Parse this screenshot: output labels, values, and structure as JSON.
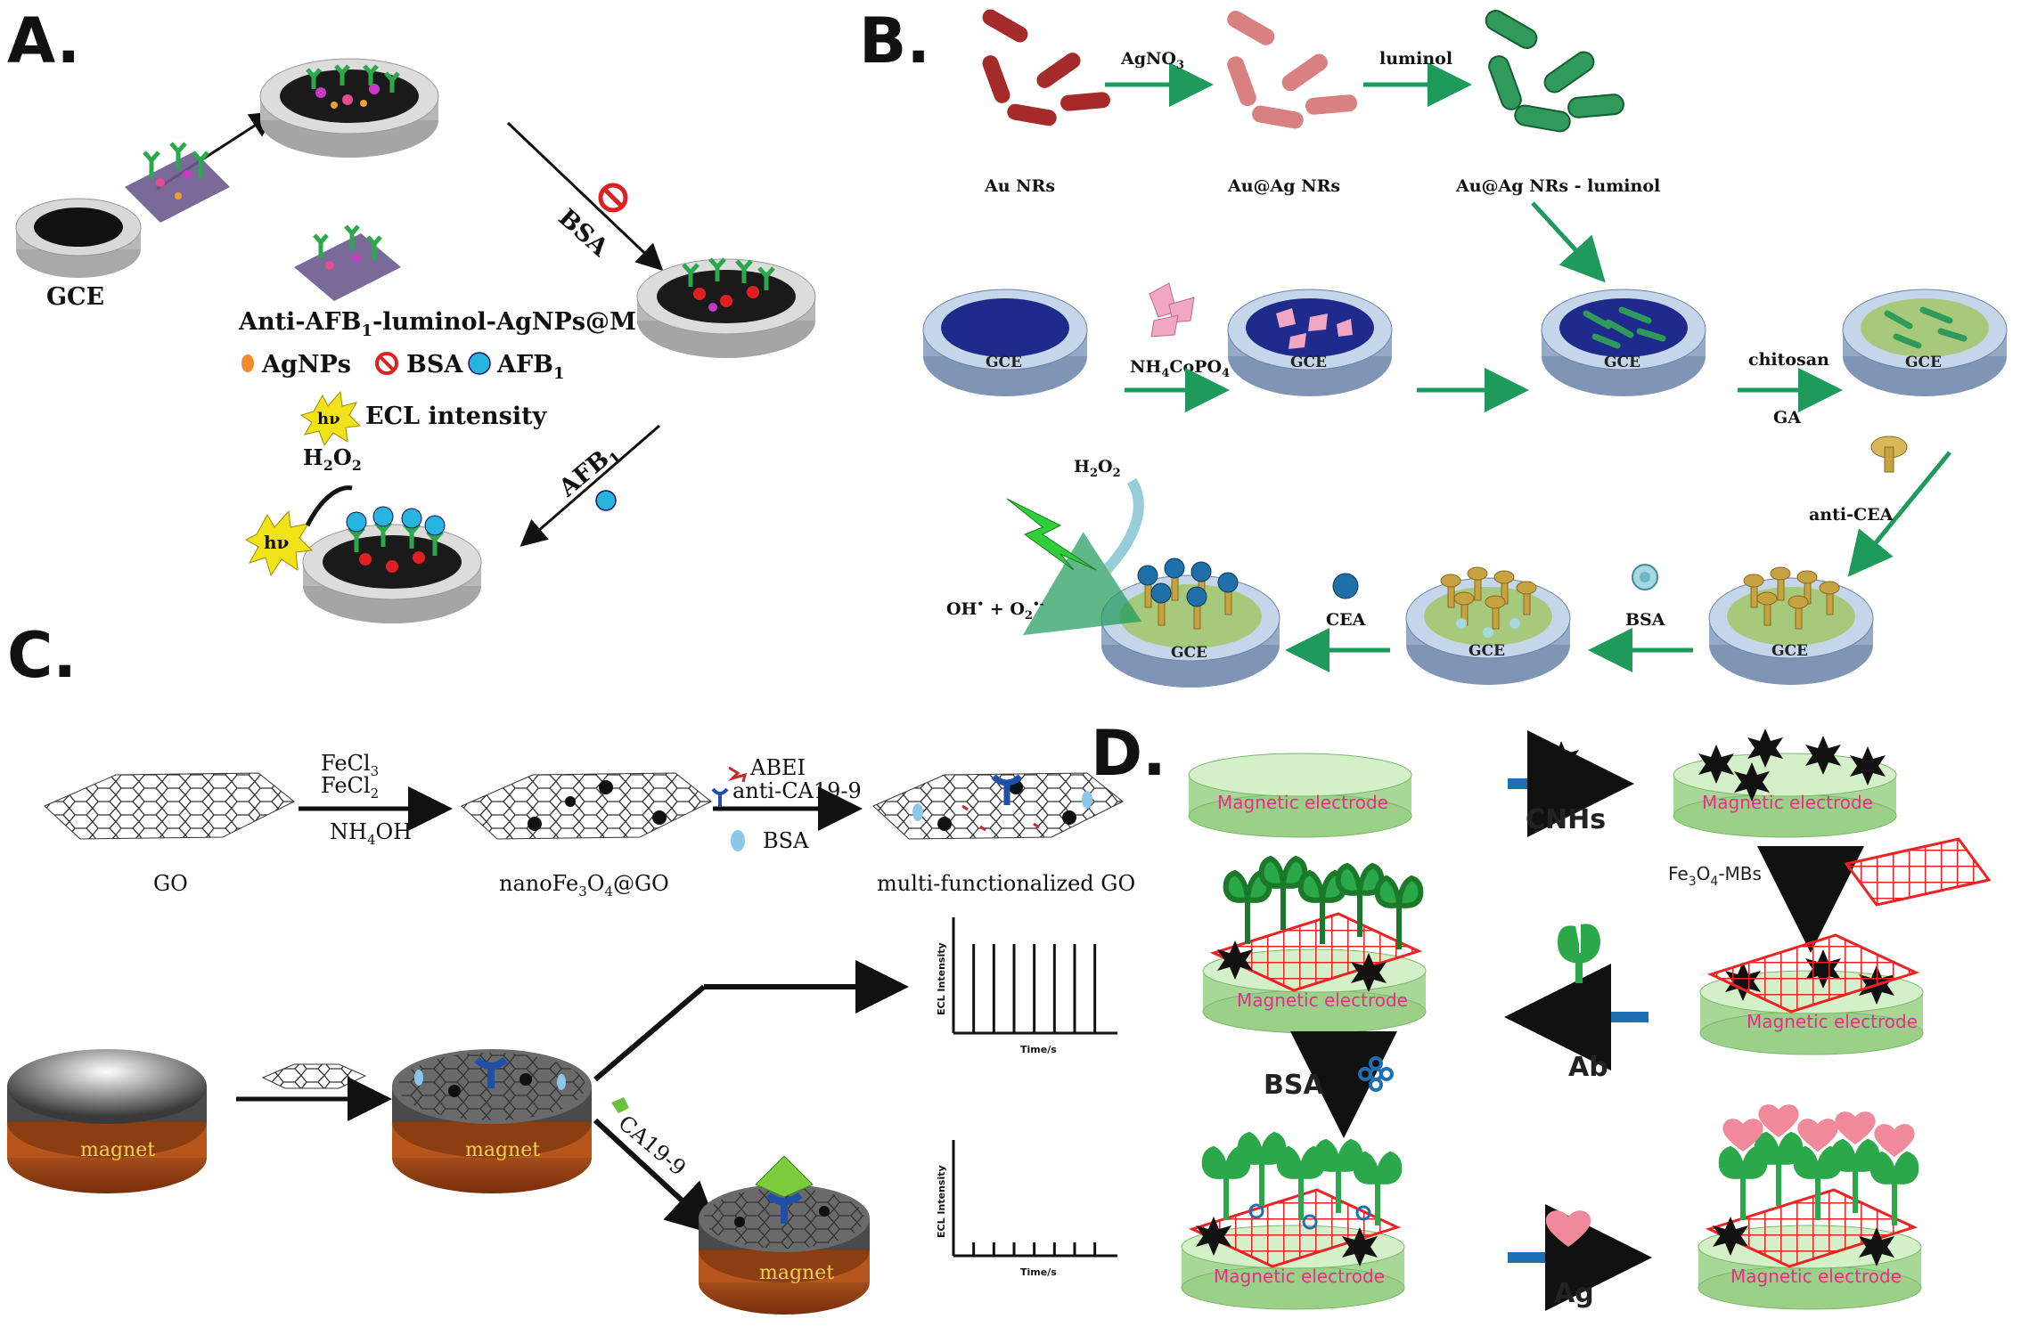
{
  "panels": {
    "a": "A.",
    "b": "B.",
    "c": "C.",
    "d": "D."
  },
  "panel_a": {
    "gce": "GCE",
    "bsa": "BSA",
    "afb1": "AFB",
    "afb1_sub": "1",
    "probe": "Anti-AFB",
    "probe_sub": "1",
    "probe_rest": "-luminol-AgNPs@MC",
    "legend_agnps": "AgNPs",
    "legend_bsa": "BSA",
    "legend_afb": "AFB",
    "legend_afb_sub": "1",
    "legend_ecl": "ECL intensity",
    "hv": "hν",
    "h2o2": "H",
    "h2o2_sub": "2",
    "h2o2_o": "O",
    "h2o2_sub2": "2"
  },
  "panel_b": {
    "au_nrs": "Au NRs",
    "auag_nrs": "Au@Ag NRs",
    "auag_lum": "Au@Ag NRs - luminol",
    "agno3": "AgNO",
    "agno3_sub": "3",
    "luminol": "luminol",
    "nh4copo4_a": "NH",
    "nh4copo4_sub1": "4",
    "nh4copo4_b": "CoPO",
    "nh4copo4_sub2": "4",
    "chitosan": "chitosan",
    "ga": "GA",
    "anti_cea": "anti-CEA",
    "bsa": "BSA",
    "cea": "CEA",
    "gce": "GCE",
    "h2o2": "H",
    "h2o2_sub": "2",
    "h2o2_o": "O",
    "h2o2_sub2": "2",
    "products": "OH",
    "products_b": " + O",
    "products_sub": "2"
  },
  "panel_c": {
    "fecl3": "FeCl",
    "fecl3_sub": "3",
    "fecl2": "FeCl",
    "fecl2_sub": "2",
    "nh4oh_a": "NH",
    "nh4oh_sub": "4",
    "nh4oh_b": "OH",
    "abei": "ABEI",
    "anti_ca": "anti-CA19-9",
    "bsa": "BSA",
    "go": "GO",
    "nanofe_a": "nanoFe",
    "nanofe_sub1": "3",
    "nanofe_b": "O",
    "nanofe_sub2": "4",
    "nanofe_c": "@GO",
    "multi_go": "multi-functionalized GO",
    "magnet": "magnet",
    "ca199": "CA19-9",
    "ecl_axis": "ECL Intensity",
    "time_axis": "Time/s"
  },
  "panel_c_charts": {
    "chart_data": [
      {
        "type": "bar",
        "ylabel": "ECL Intensity",
        "xlabel": "Time/s",
        "values": [
          1,
          1,
          1,
          1,
          1,
          1,
          1
        ]
      },
      {
        "type": "bar",
        "ylabel": "ECL Intensity",
        "xlabel": "Time/s",
        "values": [
          0.15,
          0.15,
          0.15,
          0.15,
          0.15,
          0.15,
          0.15
        ]
      }
    ]
  },
  "panel_d": {
    "electrode": "Magnetic electrode",
    "cnhs": "CNHs",
    "fe3o4_a": "Fe",
    "fe3o4_sub1": "3",
    "fe3o4_b": "O",
    "fe3o4_sub2": "4",
    "fe3o4_c": "-MBs",
    "ab": "Ab",
    "bsa": "BSA",
    "ag": "Ag"
  },
  "colors": {
    "arrow_green": "#1e9a5a",
    "arrow_blue": "#1f6fb4",
    "antibody_green": "#2aa84a",
    "mesh_red": "#ee2222",
    "heart_pink": "#f08a9a",
    "electrode_green": "#b7e3a6",
    "magnet_orange": "#b8551c",
    "nr_red": "#a52a2a"
  }
}
